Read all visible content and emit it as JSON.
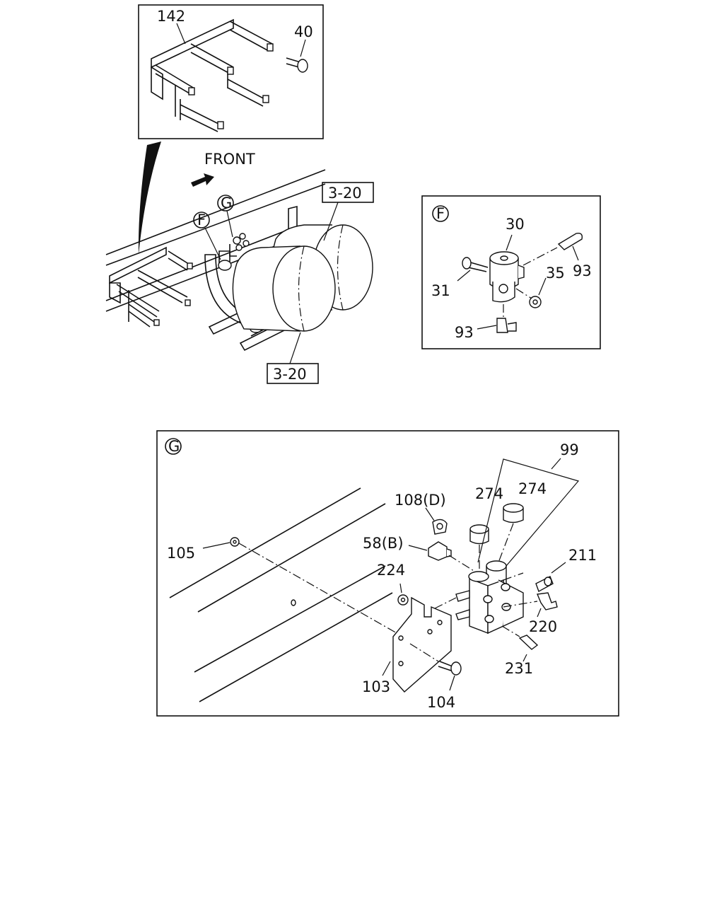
{
  "labels": {
    "p142": "142",
    "p40": "40",
    "front": "FRONT",
    "ref_top": "3-20",
    "ref_bottom": "3-20",
    "callout_f_main": "F",
    "callout_g_main": "G",
    "callout_f_detail": "F",
    "p30": "30",
    "p31": "31",
    "p35": "35",
    "p93_right": "93",
    "p93_bottom": "93",
    "callout_g_detail": "G",
    "p99": "99",
    "p274_left": "274",
    "p274_right": "274",
    "p108": "108(D)",
    "p58": "58(B)",
    "p105": "105",
    "p224": "224",
    "p211": "211",
    "p220": "220",
    "p231": "231",
    "p103": "103",
    "p104": "104"
  }
}
